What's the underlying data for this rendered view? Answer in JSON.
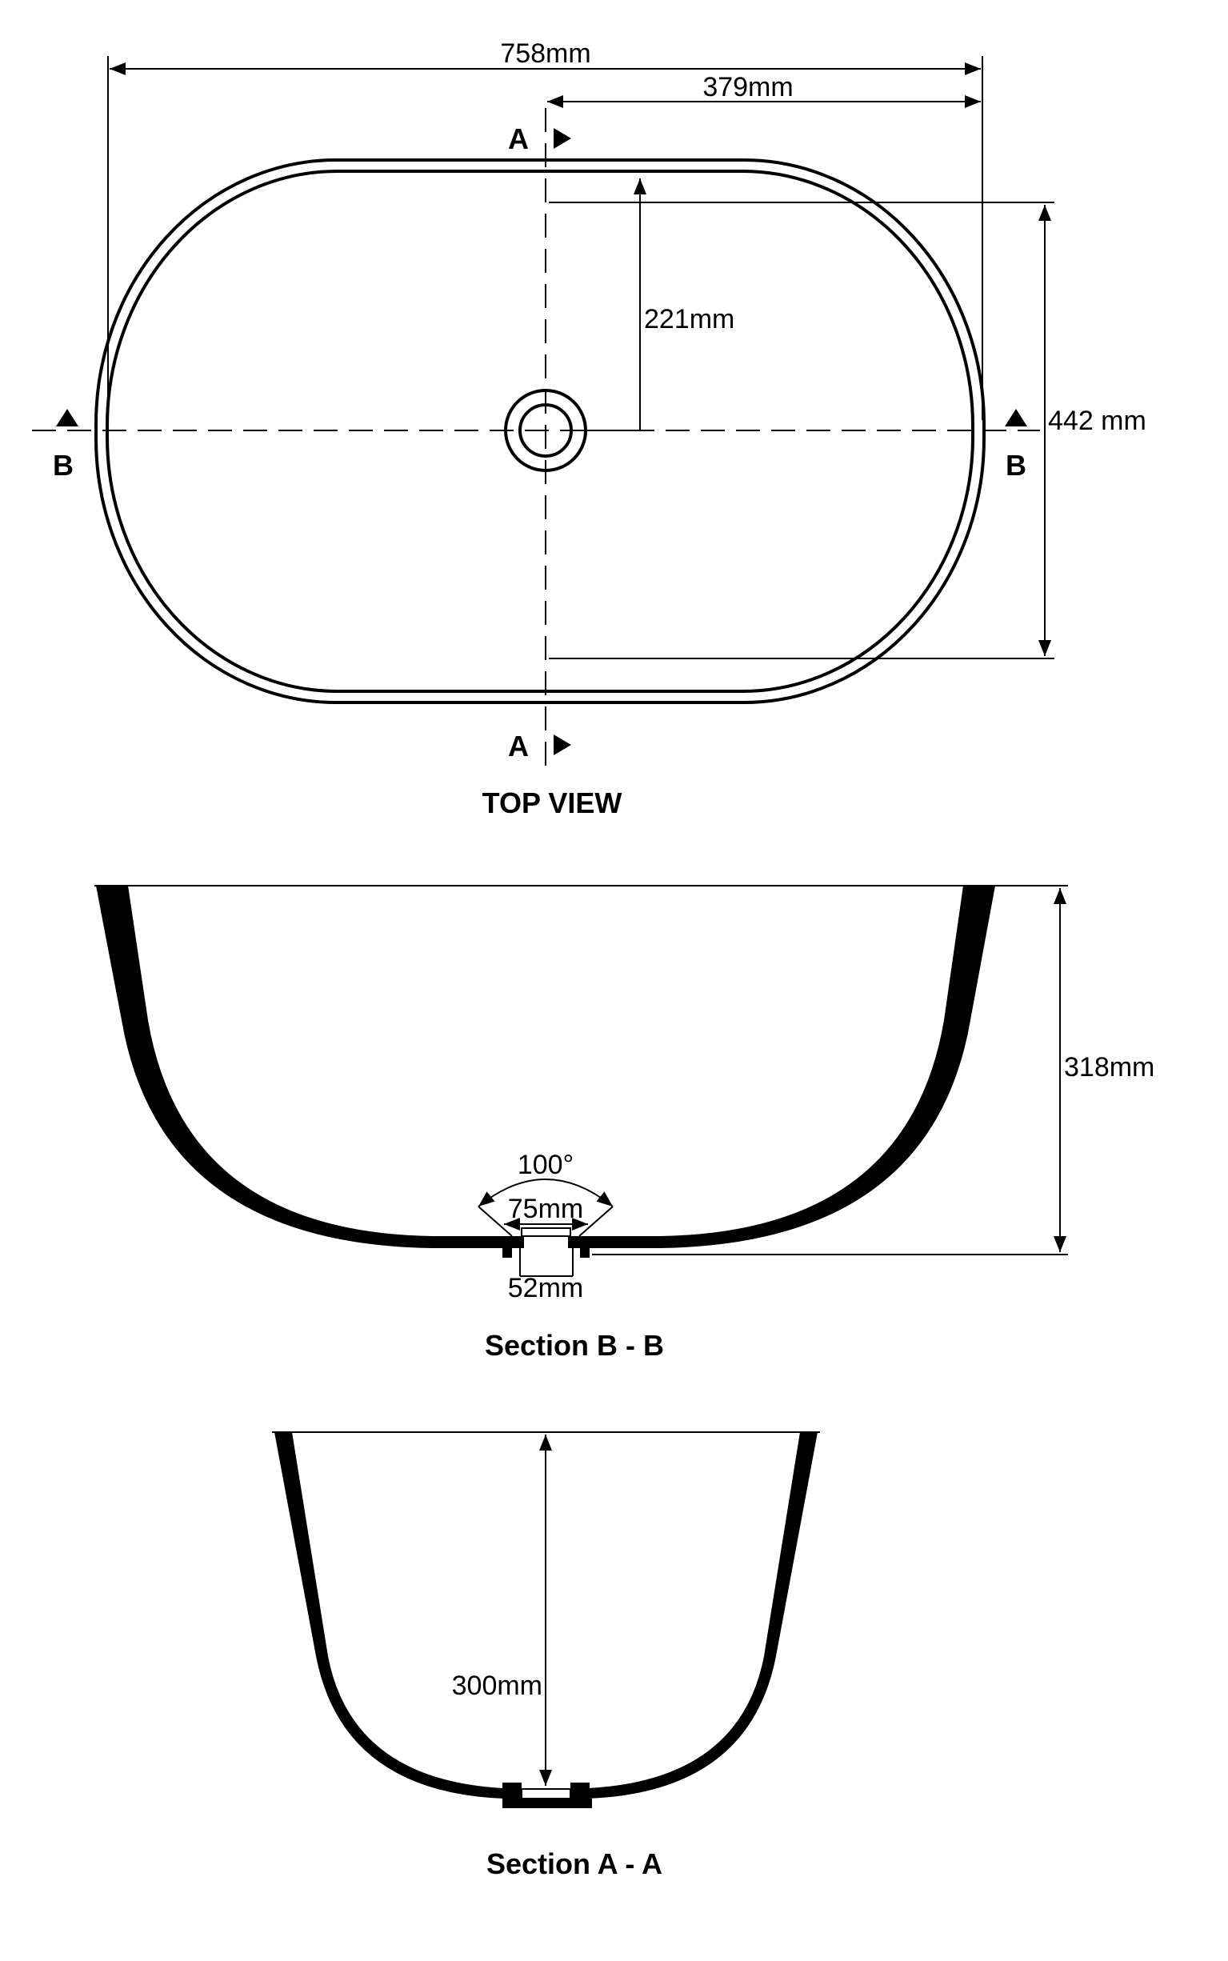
{
  "top_view": {
    "title": "TOP VIEW",
    "dim_overall_length": "758mm",
    "dim_half_length": "379mm",
    "dim_half_width": "221mm",
    "dim_overall_width": "442 mm",
    "section_a_label": "A",
    "section_b_label": "B"
  },
  "section_bb": {
    "title": "Section B - B",
    "dim_height": "318mm",
    "dim_angle": "100°",
    "dim_drain_outer": "75mm",
    "dim_drain_inner": "52mm"
  },
  "section_aa": {
    "title": "Section A - A",
    "dim_depth": "300mm"
  }
}
